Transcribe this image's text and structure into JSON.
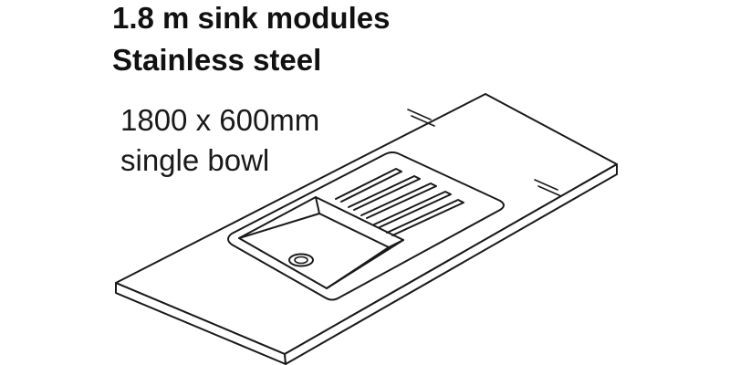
{
  "heading": {
    "line1": "1.8 m sink modules",
    "line2": "Stainless steel"
  },
  "spec": {
    "size": "1800 x 600mm",
    "bowl": "single bowl"
  },
  "colors": {
    "line": "#1a1a1a",
    "background": "#ffffff"
  }
}
